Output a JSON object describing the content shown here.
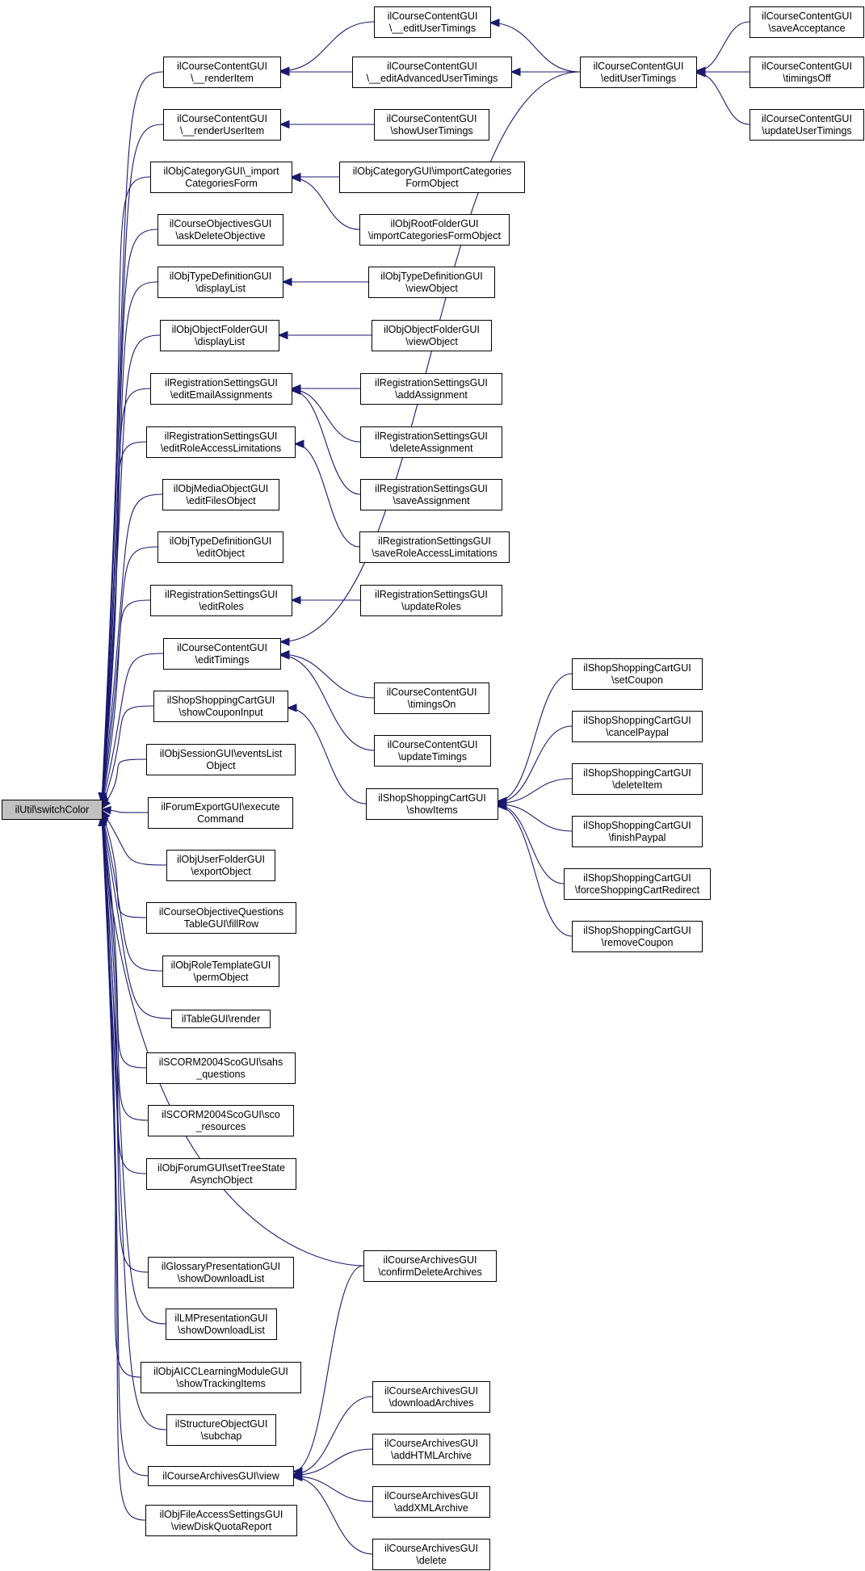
{
  "nodes": [
    {
      "id": "root",
      "lines": [
        "ilUtil\\switchColor"
      ]
    },
    {
      "id": "n_renderItem",
      "lines": [
        "ilCourseContentGUI",
        "\\__renderItem"
      ]
    },
    {
      "id": "n_renderUserItem",
      "lines": [
        "ilCourseContentGUI",
        "\\__renderUserItem"
      ]
    },
    {
      "id": "n_importCatForm",
      "lines": [
        "ilObjCategoryGUI\\_import",
        "CategoriesForm"
      ]
    },
    {
      "id": "n_askDelObj",
      "lines": [
        "ilCourseObjectivesGUI",
        "\\askDeleteObjective"
      ]
    },
    {
      "id": "n_typeDefDisplay",
      "lines": [
        "ilObjTypeDefinitionGUI",
        "\\displayList"
      ]
    },
    {
      "id": "n_objFolderDisplay",
      "lines": [
        "ilObjObjectFolderGUI",
        "\\displayList"
      ]
    },
    {
      "id": "n_editEmail",
      "lines": [
        "ilRegistrationSettingsGUI",
        "\\editEmailAssignments"
      ]
    },
    {
      "id": "n_editRoleAccess",
      "lines": [
        "ilRegistrationSettingsGUI",
        "\\editRoleAccessLimitations"
      ]
    },
    {
      "id": "n_mediaEditFiles",
      "lines": [
        "ilObjMediaObjectGUI",
        "\\editFilesObject"
      ]
    },
    {
      "id": "n_typeDefEdit",
      "lines": [
        "ilObjTypeDefinitionGUI",
        "\\editObject"
      ]
    },
    {
      "id": "n_editRoles",
      "lines": [
        "ilRegistrationSettingsGUI",
        "\\editRoles"
      ]
    },
    {
      "id": "n_editTimings",
      "lines": [
        "ilCourseContentGUI",
        "\\editTimings"
      ]
    },
    {
      "id": "n_showCoupon",
      "lines": [
        "ilShopShoppingCartGUI",
        "\\showCouponInput"
      ]
    },
    {
      "id": "n_eventsList",
      "lines": [
        "ilObjSessionGUI\\eventsList",
        "Object"
      ]
    },
    {
      "id": "n_forumExport",
      "lines": [
        "ilForumExportGUI\\execute",
        "Command"
      ]
    },
    {
      "id": "n_userFolderExport",
      "lines": [
        "ilObjUserFolderGUI",
        "\\exportObject"
      ]
    },
    {
      "id": "n_objQuestFill",
      "lines": [
        "ilCourseObjectiveQuestions",
        "TableGUI\\fillRow"
      ]
    },
    {
      "id": "n_roleTplPerm",
      "lines": [
        "ilObjRoleTemplateGUI",
        "\\permObject"
      ]
    },
    {
      "id": "n_tableRender",
      "lines": [
        "ilTableGUI\\render"
      ]
    },
    {
      "id": "n_scoSahs",
      "lines": [
        "ilSCORM2004ScoGUI\\sahs",
        "_questions"
      ]
    },
    {
      "id": "n_scoRes",
      "lines": [
        "ilSCORM2004ScoGUI\\sco",
        "_resources"
      ]
    },
    {
      "id": "n_forumTree",
      "lines": [
        "ilObjForumGUI\\setTreeState",
        "AsynchObject"
      ]
    },
    {
      "id": "n_glossDl",
      "lines": [
        "ilGlossaryPresentationGUI",
        "\\showDownloadList"
      ]
    },
    {
      "id": "n_lmDl",
      "lines": [
        "ilLMPresentationGUI",
        "\\showDownloadList"
      ]
    },
    {
      "id": "n_aiccTrack",
      "lines": [
        "ilObjAICCLearningModuleGUI",
        "\\showTrackingItems"
      ]
    },
    {
      "id": "n_structSubchap",
      "lines": [
        "ilStructureObjectGUI",
        "\\subchap"
      ]
    },
    {
      "id": "n_archView",
      "lines": [
        "ilCourseArchivesGUI\\view"
      ]
    },
    {
      "id": "n_diskQuota",
      "lines": [
        "ilObjFileAccessSettingsGUI",
        "\\viewDiskQuotaReport"
      ]
    },
    {
      "id": "n_editUserTimingsP",
      "lines": [
        "ilCourseContentGUI",
        "\\__editUserTimings"
      ]
    },
    {
      "id": "n_editAdvUserTimings",
      "lines": [
        "ilCourseContentGUI",
        "\\__editAdvancedUserTimings"
      ]
    },
    {
      "id": "n_showUserTimings",
      "lines": [
        "ilCourseContentGUI",
        "\\showUserTimings"
      ]
    },
    {
      "id": "n_catImportObj",
      "lines": [
        "ilObjCategoryGUI\\importCategories",
        "FormObject"
      ]
    },
    {
      "id": "n_rootImport",
      "lines": [
        "ilObjRootFolderGUI",
        "\\importCategoriesFormObject"
      ]
    },
    {
      "id": "n_typeDefView",
      "lines": [
        "ilObjTypeDefinitionGUI",
        "\\viewObject"
      ]
    },
    {
      "id": "n_objFolderView",
      "lines": [
        "ilObjObjectFolderGUI",
        "\\viewObject"
      ]
    },
    {
      "id": "n_addAssign",
      "lines": [
        "ilRegistrationSettingsGUI",
        "\\addAssignment"
      ]
    },
    {
      "id": "n_delAssign",
      "lines": [
        "ilRegistrationSettingsGUI",
        "\\deleteAssignment"
      ]
    },
    {
      "id": "n_saveAssign",
      "lines": [
        "ilRegistrationSettingsGUI",
        "\\saveAssignment"
      ]
    },
    {
      "id": "n_saveRoleAccess",
      "lines": [
        "ilRegistrationSettingsGUI",
        "\\saveRoleAccessLimitations"
      ]
    },
    {
      "id": "n_updateRoles",
      "lines": [
        "ilRegistrationSettingsGUI",
        "\\updateRoles"
      ]
    },
    {
      "id": "n_timingsOn",
      "lines": [
        "ilCourseContentGUI",
        "\\timingsOn"
      ]
    },
    {
      "id": "n_updateTimings",
      "lines": [
        "ilCourseContentGUI",
        "\\updateTimings"
      ]
    },
    {
      "id": "n_showItems",
      "lines": [
        "ilShopShoppingCartGUI",
        "\\showItems"
      ]
    },
    {
      "id": "n_confirmDelArch",
      "lines": [
        "ilCourseArchivesGUI",
        "\\confirmDeleteArchives"
      ]
    },
    {
      "id": "n_dlArch",
      "lines": [
        "ilCourseArchivesGUI",
        "\\downloadArchives"
      ]
    },
    {
      "id": "n_addHtml",
      "lines": [
        "ilCourseArchivesGUI",
        "\\addHTMLArchive"
      ]
    },
    {
      "id": "n_addXml",
      "lines": [
        "ilCourseArchivesGUI",
        "\\addXMLArchive"
      ]
    },
    {
      "id": "n_archDelete",
      "lines": [
        "ilCourseArchivesGUI",
        "\\delete"
      ]
    },
    {
      "id": "n_editUserTimings",
      "lines": [
        "ilCourseContentGUI",
        "\\editUserTimings"
      ]
    },
    {
      "id": "n_saveAccept",
      "lines": [
        "ilCourseContentGUI",
        "\\saveAcceptance"
      ]
    },
    {
      "id": "n_timingsOff",
      "lines": [
        "ilCourseContentGUI",
        "\\timingsOff"
      ]
    },
    {
      "id": "n_updateUserTimings",
      "lines": [
        "ilCourseContentGUI",
        "\\updateUserTimings"
      ]
    },
    {
      "id": "n_setCoupon",
      "lines": [
        "ilShopShoppingCartGUI",
        "\\setCoupon"
      ]
    },
    {
      "id": "n_cancelPaypal",
      "lines": [
        "ilShopShoppingCartGUI",
        "\\cancelPaypal"
      ]
    },
    {
      "id": "n_deleteItem",
      "lines": [
        "ilShopShoppingCartGUI",
        "\\deleteItem"
      ]
    },
    {
      "id": "n_finishPaypal",
      "lines": [
        "ilShopShoppingCartGUI",
        "\\finishPaypal"
      ]
    },
    {
      "id": "n_forceRedirect",
      "lines": [
        "ilShopShoppingCartGUI",
        "\\forceShoppingCartRedirect"
      ]
    },
    {
      "id": "n_removeCoupon",
      "lines": [
        "ilShopShoppingCartGUI",
        "\\removeCoupon"
      ]
    }
  ],
  "edges": [
    [
      "n_renderItem",
      "root"
    ],
    [
      "n_renderUserItem",
      "root"
    ],
    [
      "n_importCatForm",
      "root"
    ],
    [
      "n_askDelObj",
      "root"
    ],
    [
      "n_typeDefDisplay",
      "root"
    ],
    [
      "n_objFolderDisplay",
      "root"
    ],
    [
      "n_editEmail",
      "root"
    ],
    [
      "n_editRoleAccess",
      "root"
    ],
    [
      "n_mediaEditFiles",
      "root"
    ],
    [
      "n_typeDefEdit",
      "root"
    ],
    [
      "n_editRoles",
      "root"
    ],
    [
      "n_editTimings",
      "root"
    ],
    [
      "n_showCoupon",
      "root"
    ],
    [
      "n_eventsList",
      "root"
    ],
    [
      "n_forumExport",
      "root"
    ],
    [
      "n_userFolderExport",
      "root"
    ],
    [
      "n_objQuestFill",
      "root"
    ],
    [
      "n_roleTplPerm",
      "root"
    ],
    [
      "n_tableRender",
      "root"
    ],
    [
      "n_scoSahs",
      "root"
    ],
    [
      "n_scoRes",
      "root"
    ],
    [
      "n_forumTree",
      "root"
    ],
    [
      "n_confirmDelArch",
      "root"
    ],
    [
      "n_glossDl",
      "root"
    ],
    [
      "n_lmDl",
      "root"
    ],
    [
      "n_aiccTrack",
      "root"
    ],
    [
      "n_structSubchap",
      "root"
    ],
    [
      "n_archView",
      "root"
    ],
    [
      "n_diskQuota",
      "root"
    ],
    [
      "n_editUserTimingsP",
      "n_renderItem"
    ],
    [
      "n_editAdvUserTimings",
      "n_renderItem"
    ],
    [
      "n_showUserTimings",
      "n_renderUserItem"
    ],
    [
      "n_catImportObj",
      "n_importCatForm"
    ],
    [
      "n_rootImport",
      "n_importCatForm"
    ],
    [
      "n_typeDefView",
      "n_typeDefDisplay"
    ],
    [
      "n_objFolderView",
      "n_objFolderDisplay"
    ],
    [
      "n_addAssign",
      "n_editEmail"
    ],
    [
      "n_delAssign",
      "n_editEmail"
    ],
    [
      "n_saveAssign",
      "n_editEmail"
    ],
    [
      "n_saveRoleAccess",
      "n_editRoleAccess"
    ],
    [
      "n_updateRoles",
      "n_editRoles"
    ],
    [
      "n_editUserTimings",
      "n_editTimings"
    ],
    [
      "n_timingsOn",
      "n_editTimings"
    ],
    [
      "n_updateTimings",
      "n_editTimings"
    ],
    [
      "n_showItems",
      "n_showCoupon"
    ],
    [
      "n_dlArch",
      "n_archView"
    ],
    [
      "n_addHtml",
      "n_archView"
    ],
    [
      "n_addXml",
      "n_archView"
    ],
    [
      "n_archDelete",
      "n_archView"
    ],
    [
      "n_confirmDelArch",
      "n_archView"
    ],
    [
      "n_editUserTimings",
      "n_editUserTimingsP"
    ],
    [
      "n_editUserTimings",
      "n_editAdvUserTimings"
    ],
    [
      "n_saveAccept",
      "n_editUserTimings"
    ],
    [
      "n_timingsOff",
      "n_editUserTimings"
    ],
    [
      "n_updateUserTimings",
      "n_editUserTimings"
    ],
    [
      "n_setCoupon",
      "n_showItems"
    ],
    [
      "n_cancelPaypal",
      "n_showItems"
    ],
    [
      "n_deleteItem",
      "n_showItems"
    ],
    [
      "n_finishPaypal",
      "n_showItems"
    ],
    [
      "n_forceRedirect",
      "n_showItems"
    ],
    [
      "n_removeCoupon",
      "n_showItems"
    ]
  ],
  "colors": {
    "edge": "#191970",
    "root_fill": "#c0c0c0",
    "node_fill": "#ffffff",
    "border": "#000000"
  }
}
